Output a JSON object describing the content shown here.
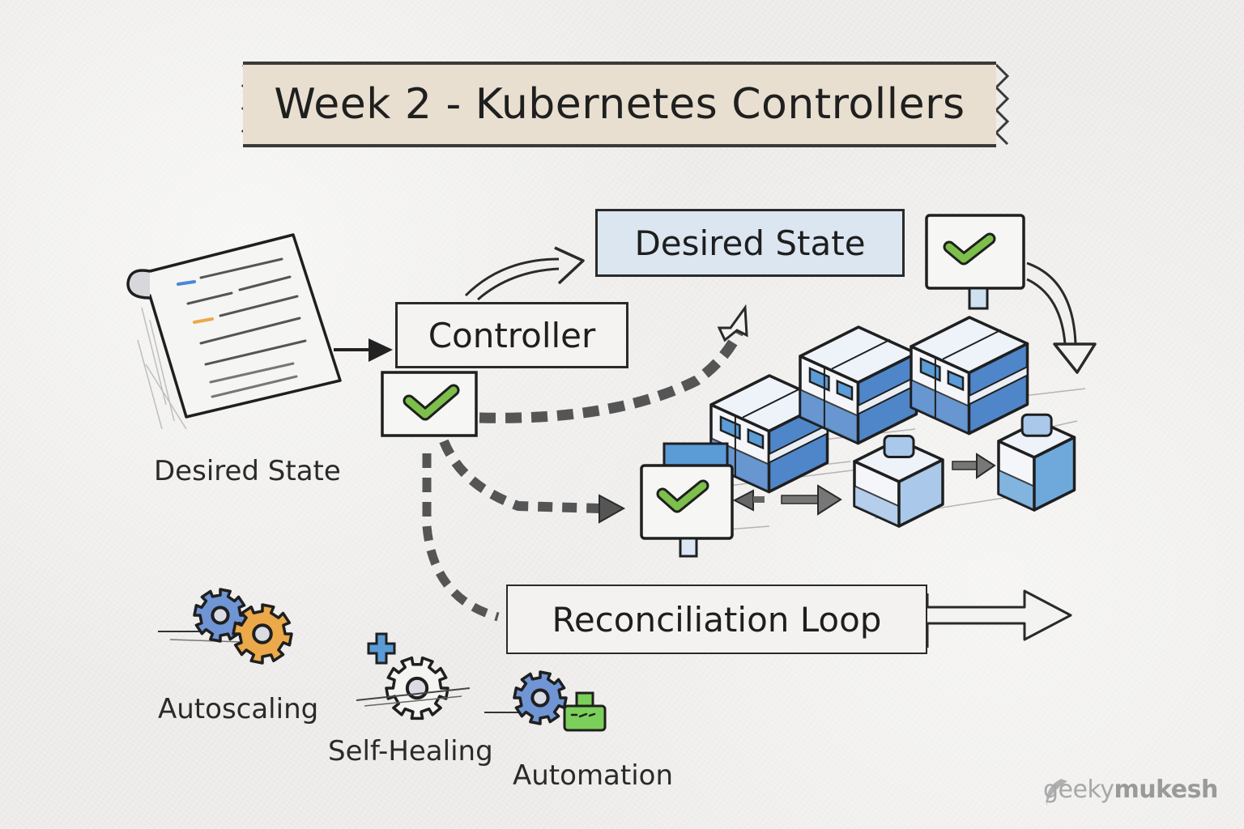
{
  "title": "Week 2 - Kubernetes Controllers",
  "nodes": {
    "manifest_label": "Desired State",
    "controller_label": "Controller",
    "desired_state_label": "Desired State",
    "reconciliation_label": "Reconciliation Loop"
  },
  "benefits": [
    {
      "label": "Autoscaling",
      "icon": "gears-icon"
    },
    {
      "label": "Self-Healing",
      "icon": "healing-gear-icon"
    },
    {
      "label": "Automation",
      "icon": "automation-gear-icon"
    }
  ],
  "watermark": {
    "prefix": "geeky",
    "suffix": "mukesh"
  },
  "colors": {
    "ink": "#2a2a2a",
    "check_green": "#7cbf4a",
    "container_blue": "#4f86c9",
    "container_light": "#e7eef7",
    "gear_orange": "#eba94a",
    "gear_blue": "#6f95d4",
    "banner": "#e8dfd0",
    "desired_box": "#dbe6f0",
    "arrow_gray": "#666666"
  }
}
